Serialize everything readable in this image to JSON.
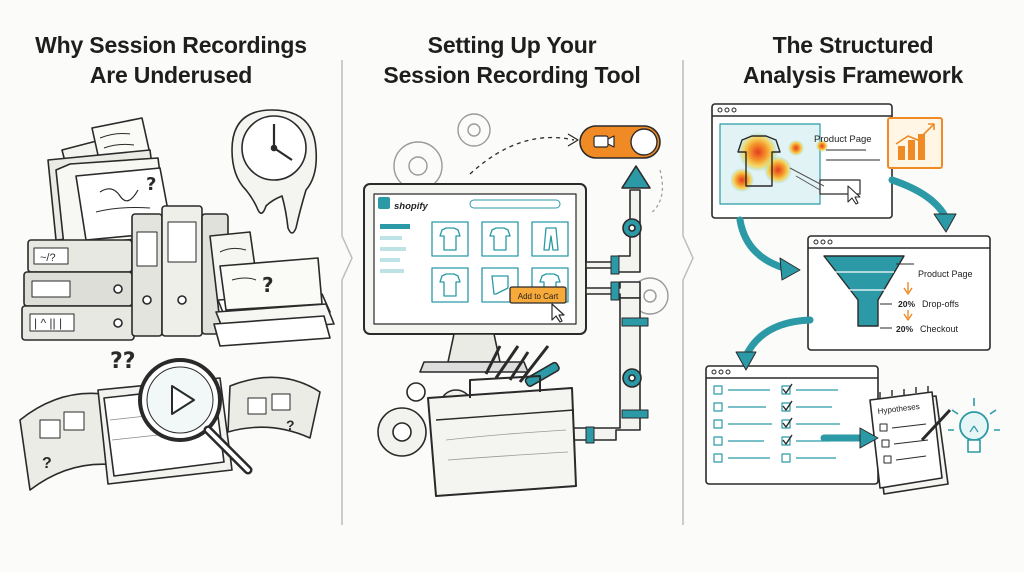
{
  "panels": [
    {
      "title_line1": "Why Session Recordings",
      "title_line2": "Are Underused"
    },
    {
      "title_line1": "Setting Up Your",
      "title_line2": "Session Recording Tool"
    },
    {
      "title_line1": "The Structured",
      "title_line2": "Analysis Framework"
    }
  ],
  "store": {
    "brand": "shopify",
    "cta": "Add to Cart"
  },
  "framework": {
    "heatmap_label": "Product Page",
    "funnel_top": "Product Page",
    "dropoff_pct": "20%",
    "dropoff_label": "Drop-offs",
    "checkout_pct": "20%",
    "checkout_label": "Checkout",
    "notepad_title": "Hypotheses"
  },
  "colors": {
    "teal": "#2b9aa6",
    "orange": "#f08a24",
    "ink": "#2a2a2a"
  }
}
